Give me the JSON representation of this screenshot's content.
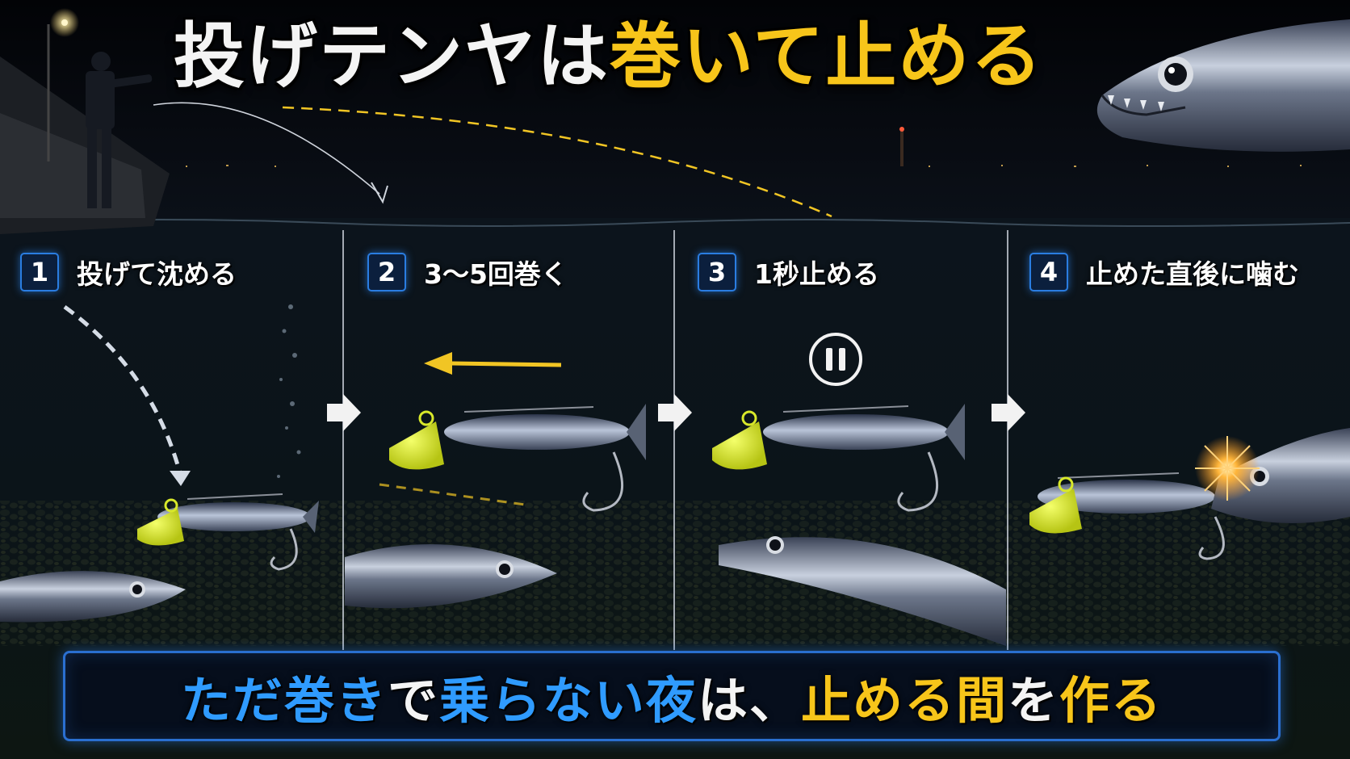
{
  "title": {
    "part1": "投げテンヤは",
    "part2": "巻いて止める"
  },
  "steps": [
    {
      "number": "1",
      "label": "投げて沈める"
    },
    {
      "number": "2",
      "label": "3〜5回巻く"
    },
    {
      "number": "3",
      "label": "1秒止める"
    },
    {
      "number": "4",
      "label": "止めた直後に噛む"
    }
  ],
  "bottom_caption": {
    "part1": "ただ巻き",
    "part2": "で",
    "part3": "乗らない夜",
    "part4": "は、",
    "part5": "止める間",
    "part6": "を",
    "part7": "作る"
  },
  "colors": {
    "accent_yellow": "#f7c51a",
    "accent_blue": "#2f9bff",
    "badge_border": "#2a7de1",
    "jighead": "#d8e82a"
  },
  "icons": {
    "pause": "pause-icon",
    "next": "right-arrow-icon"
  }
}
